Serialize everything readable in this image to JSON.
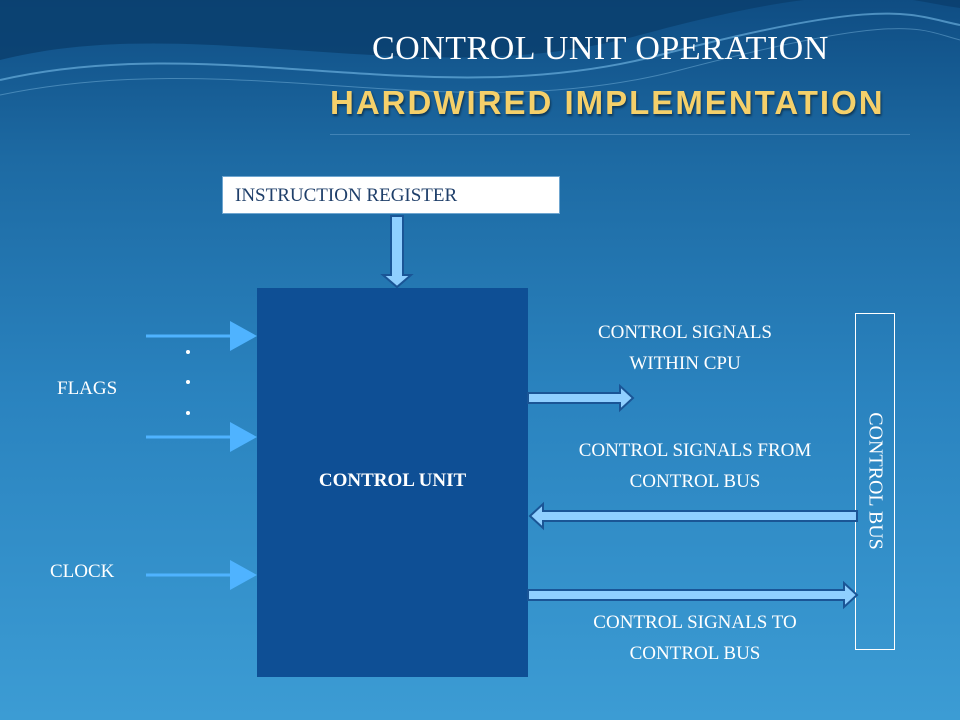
{
  "header": {
    "title": "CONTROL UNIT OPERATION",
    "subtitle": "HARDWIRED IMPLEMENTATION"
  },
  "diagram": {
    "instruction_register": "INSTRUCTION REGISTER",
    "control_unit": "CONTROL UNIT",
    "control_bus": "CONTROL  BUS",
    "inputs": {
      "flags": "FLAGS",
      "clock": "CLOCK"
    },
    "signals": {
      "within_cpu_line1": "CONTROL SIGNALS",
      "within_cpu_line2": "WITHIN CPU",
      "from_bus_line1": "CONTROL SIGNALS FROM",
      "from_bus_line2": "CONTROL BUS",
      "to_bus_line1": "CONTROL SIGNALS TO",
      "to_bus_line2": "CONTROL BUS"
    }
  },
  "colors": {
    "subtitle": "#f5d06a",
    "control_unit_fill": "#0e4f95",
    "thin_arrow": "#4fb3ff",
    "block_arrow_fill": "#8fcfff",
    "block_arrow_stroke": "#1a5596"
  }
}
